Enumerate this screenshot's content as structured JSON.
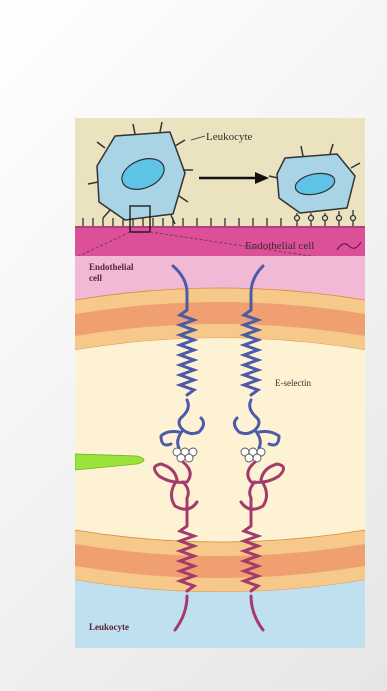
{
  "labels": {
    "leukocyte_top": "Leukocyte",
    "endothelial_cell_band": "Endothelial cell",
    "endothelial_cell_region": [
      "Endothelial",
      "cell"
    ],
    "selectin": "E-selectin",
    "leukocyte_bottom": "Leukocyte"
  },
  "colors": {
    "top_panel_bg": "#ebe3bf",
    "endothelium_band": "#dc4f99",
    "endothelial_region": "#f2b9d6",
    "membrane_outer": "#f6c98a",
    "membrane_core": "#f0a070",
    "cytoplasm": "#fdf3d4",
    "leukocyte_region": "#bfe0ef",
    "cell_body": "#a9d4e6",
    "nucleus": "#5ec3e6",
    "selectin": "#4d5aa8",
    "ligand": "#a43b6a",
    "green_structure": "#9be23a"
  }
}
